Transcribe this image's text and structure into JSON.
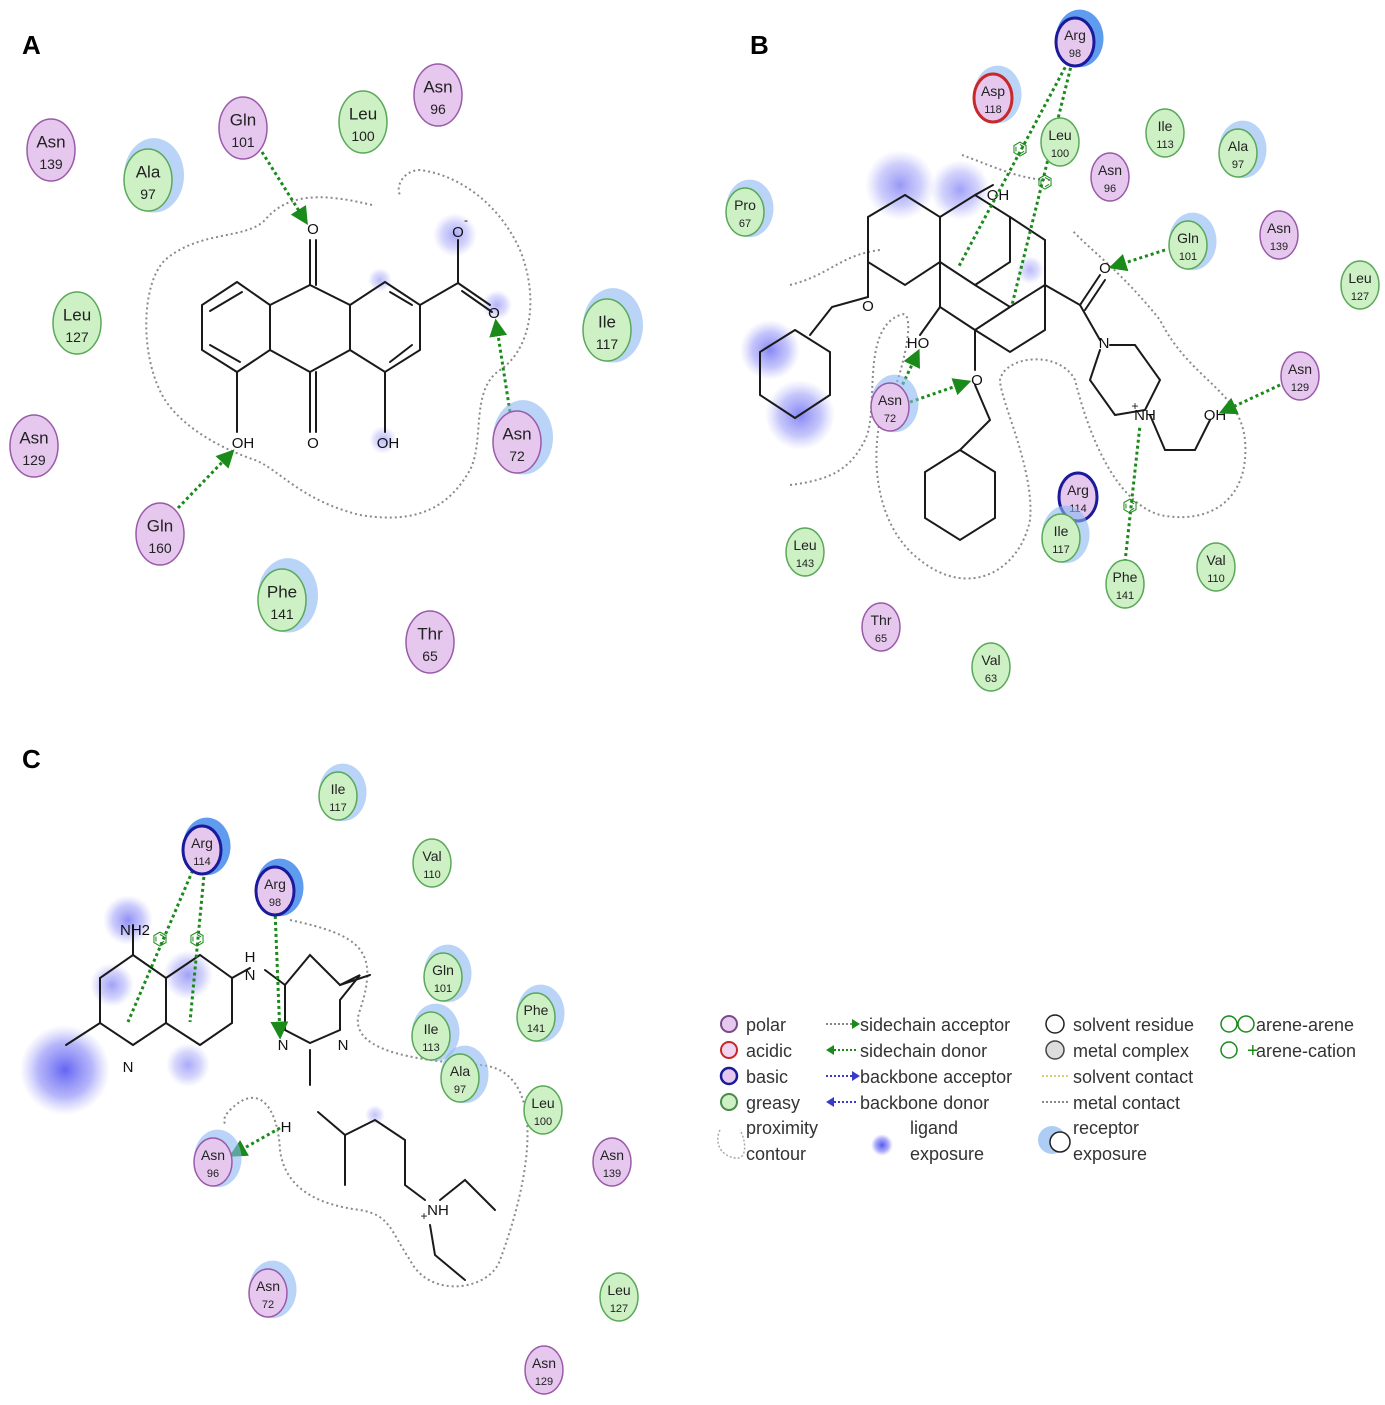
{
  "panels": [
    {
      "letter": "A"
    },
    {
      "letter": "B"
    },
    {
      "letter": "C"
    }
  ],
  "panelA": {
    "residues": [
      {
        "name": "Asn",
        "num": "139",
        "type": "polar"
      },
      {
        "name": "Ala",
        "num": "97",
        "type": "greasy"
      },
      {
        "name": "Gln",
        "num": "101",
        "type": "polar"
      },
      {
        "name": "Leu",
        "num": "100",
        "type": "greasy"
      },
      {
        "name": "Asn",
        "num": "96",
        "type": "polar"
      },
      {
        "name": "Leu",
        "num": "127",
        "type": "greasy"
      },
      {
        "name": "Ile",
        "num": "117",
        "type": "greasy"
      },
      {
        "name": "Asn",
        "num": "129",
        "type": "polar"
      },
      {
        "name": "Asn",
        "num": "72",
        "type": "polar"
      },
      {
        "name": "Gln",
        "num": "160",
        "type": "polar"
      },
      {
        "name": "Phe",
        "num": "141",
        "type": "greasy"
      },
      {
        "name": "Thr",
        "num": "65",
        "type": "polar"
      }
    ],
    "atoms": [
      "O",
      "O",
      "O",
      "O",
      "OH",
      "OH",
      "-"
    ]
  },
  "panelB": {
    "residues": [
      {
        "name": "Arg",
        "num": "98",
        "type": "basic"
      },
      {
        "name": "Asp",
        "num": "118",
        "type": "acidic"
      },
      {
        "name": "Leu",
        "num": "100",
        "type": "greasy"
      },
      {
        "name": "Ile",
        "num": "113",
        "type": "greasy"
      },
      {
        "name": "Ala",
        "num": "97",
        "type": "greasy"
      },
      {
        "name": "Asn",
        "num": "96",
        "type": "polar"
      },
      {
        "name": "Pro",
        "num": "67",
        "type": "greasy"
      },
      {
        "name": "Gln",
        "num": "101",
        "type": "greasy"
      },
      {
        "name": "Asn",
        "num": "139",
        "type": "polar"
      },
      {
        "name": "Leu",
        "num": "127",
        "type": "greasy"
      },
      {
        "name": "Asn",
        "num": "129",
        "type": "polar"
      },
      {
        "name": "Asn",
        "num": "72",
        "type": "polar"
      },
      {
        "name": "Arg",
        "num": "114",
        "type": "basic"
      },
      {
        "name": "Ile",
        "num": "117",
        "type": "greasy"
      },
      {
        "name": "Leu",
        "num": "143",
        "type": "greasy"
      },
      {
        "name": "Phe",
        "num": "141",
        "type": "greasy"
      },
      {
        "name": "Val",
        "num": "110",
        "type": "greasy"
      },
      {
        "name": "Thr",
        "num": "65",
        "type": "polar"
      },
      {
        "name": "Val",
        "num": "63",
        "type": "greasy"
      }
    ],
    "atoms": [
      "OH",
      "O",
      "O",
      "HO",
      "O",
      "N",
      "NH",
      "OH",
      "+"
    ]
  },
  "panelC": {
    "residues": [
      {
        "name": "Ile",
        "num": "117",
        "type": "greasy"
      },
      {
        "name": "Arg",
        "num": "114",
        "type": "basic"
      },
      {
        "name": "Arg",
        "num": "98",
        "type": "basic"
      },
      {
        "name": "Val",
        "num": "110",
        "type": "greasy"
      },
      {
        "name": "Gln",
        "num": "101",
        "type": "greasy"
      },
      {
        "name": "Phe",
        "num": "141",
        "type": "greasy"
      },
      {
        "name": "Ile",
        "num": "113",
        "type": "greasy"
      },
      {
        "name": "Ala",
        "num": "97",
        "type": "greasy"
      },
      {
        "name": "Leu",
        "num": "100",
        "type": "greasy"
      },
      {
        "name": "Asn",
        "num": "96",
        "type": "polar"
      },
      {
        "name": "Asn",
        "num": "139",
        "type": "polar"
      },
      {
        "name": "Asn",
        "num": "72",
        "type": "polar"
      },
      {
        "name": "Leu",
        "num": "127",
        "type": "greasy"
      },
      {
        "name": "Asn",
        "num": "129",
        "type": "polar"
      }
    ],
    "atoms": [
      "NH2",
      "H",
      "N",
      "N",
      "N",
      "N",
      "H",
      "NH",
      "+"
    ]
  },
  "legend": {
    "items": [
      {
        "label": "polar",
        "symbol": "polar-circle"
      },
      {
        "label": "acidic",
        "symbol": "acidic-circle"
      },
      {
        "label": "basic",
        "symbol": "basic-circle"
      },
      {
        "label": "greasy",
        "symbol": "greasy-circle"
      },
      {
        "label": "proximity",
        "symbol": "proximity-contour"
      },
      {
        "label": "contour",
        "symbol": "none"
      },
      {
        "label": "sidechain acceptor",
        "symbol": "green-dotted-arrow"
      },
      {
        "label": "sidechain donor",
        "symbol": "green-dotted-arrow-back"
      },
      {
        "label": "backbone acceptor",
        "symbol": "blue-dotted-arrow"
      },
      {
        "label": "backbone donor",
        "symbol": "blue-dotted-arrow-back"
      },
      {
        "label": "ligand",
        "symbol": "ligand-exposure-blob"
      },
      {
        "label": "exposure",
        "symbol": "none"
      },
      {
        "label": "solvent residue",
        "symbol": "solvent-circle"
      },
      {
        "label": "metal complex",
        "symbol": "metal-circle"
      },
      {
        "label": "solvent contact",
        "symbol": "solvent-line"
      },
      {
        "label": "metal contact",
        "symbol": "metal-line"
      },
      {
        "label": "receptor",
        "symbol": "receptor-exposure-circle"
      },
      {
        "label": "exposure",
        "symbol": "none"
      },
      {
        "label": "arene-arene",
        "symbol": "arene-arene-icon"
      },
      {
        "label": "arene-cation",
        "symbol": "arene-cation-icon"
      }
    ]
  },
  "colors": {
    "polar_fill": "#e6c8ef",
    "polar_stroke": "#9a5aa8",
    "greasy_fill": "#cdf0c4",
    "greasy_stroke": "#5aa85a",
    "basic_stroke": "#1a1a9a",
    "acidic_stroke": "#c82828",
    "exposure_blue": "#3a6fe0",
    "ligand_exposure": "#5a5af0",
    "hbond_green": "#1a8a1a"
  }
}
